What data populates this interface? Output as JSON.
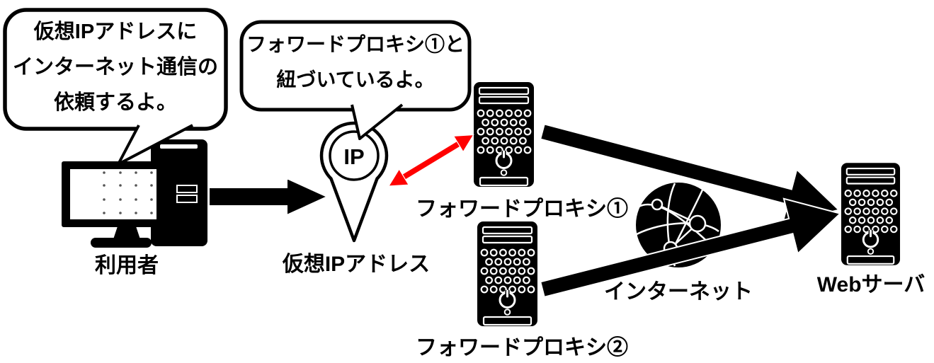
{
  "diagram_title": "forward-proxy-virtual-ip-diagram",
  "colors": {
    "black": "#000000",
    "white": "#ffffff",
    "red": "#ff0000"
  },
  "bubble_user": {
    "line1": "仮想IPアドレスに",
    "line2": "インターネット通信の",
    "line3": "依頼するよ。"
  },
  "bubble_ip": {
    "line1": "フォワードプロキシ①と",
    "line2": "紐づいているよ。"
  },
  "pin": {
    "text": "IP"
  },
  "labels": {
    "user": "利用者",
    "virtual_ip": "仮想IPアドレス",
    "proxy1": "フォワードプロキシ①",
    "proxy2": "フォワードプロキシ②",
    "internet": "インターネット",
    "web_server": "Webサーバ"
  },
  "icons": {
    "user": "desktop-computer-icon",
    "virtual_ip": "map-pin-icon",
    "proxy1": "server-tower-icon",
    "proxy2": "server-tower-icon",
    "internet": "globe-network-icon",
    "web_server": "server-tower-icon"
  },
  "edges": [
    {
      "from": "利用者",
      "to": "仮想IPアドレス",
      "style": "black-block-arrow",
      "direction": "one-way"
    },
    {
      "from": "仮想IPアドレス",
      "to": "フォワードプロキシ①",
      "style": "red-double-arrow",
      "direction": "two-way"
    },
    {
      "from": "フォワードプロキシ①",
      "to": "Webサーバ",
      "style": "black-block-arrow",
      "direction": "one-way"
    },
    {
      "from": "フォワードプロキシ②",
      "to": "Webサーバ",
      "style": "black-block-arrow",
      "direction": "one-way"
    }
  ]
}
